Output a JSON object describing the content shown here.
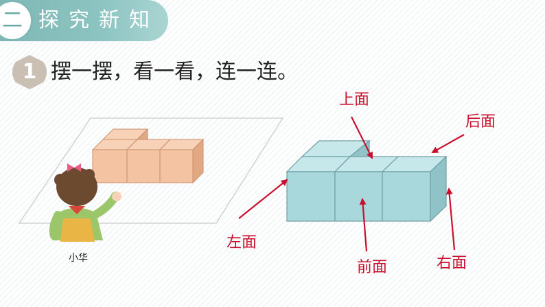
{
  "header": {
    "section_number": "二",
    "section_title": "探究新知"
  },
  "activity": {
    "step_number": "1",
    "instruction": "摆一摆，看一看，连一连。"
  },
  "illustration": {
    "kid_name": "小华"
  },
  "face_labels": {
    "top": "上面",
    "back": "后面",
    "left": "左面",
    "front": "前面",
    "right": "右面"
  },
  "colors": {
    "banner": "#7fb7b5",
    "label_red": "#c8102e",
    "cube_blue": "#a9d8dc",
    "cube_orange": "#f4c3a2"
  }
}
